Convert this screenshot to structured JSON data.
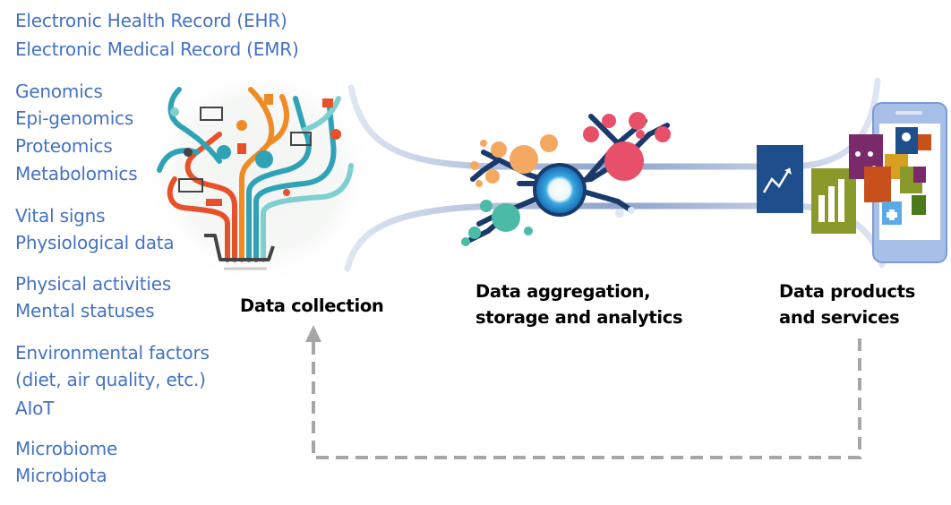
{
  "data_sources": {
    "groups": [
      {
        "items": [
          "Electronic Health Record (EHR)",
          "Electronic Medical Record (EMR)"
        ]
      },
      {
        "items": [
          "Genomics",
          "Epi-genomics",
          "Proteomics",
          "Metabolomics"
        ]
      },
      {
        "items": [
          "Vital signs",
          "Physiological data"
        ]
      },
      {
        "items": [
          "Physical activities",
          "Mental statuses"
        ]
      },
      {
        "items": [
          "Environmental factors",
          "(diet, air quality, etc.)",
          "AIoT"
        ]
      },
      {
        "items": [
          "Microbiome",
          "Microbiota"
        ]
      }
    ]
  },
  "stages": {
    "collection": {
      "lines": [
        "Data collection"
      ],
      "icon": "shopping-cart-data-tree-icon"
    },
    "aggregation": {
      "lines": [
        "Data aggregation,",
        "storage and analytics"
      ],
      "icon": "molecule-network-icon"
    },
    "products": {
      "lines": [
        "Data products",
        "and services"
      ],
      "icon": "smartphone-apps-icon"
    }
  },
  "feedback_loop": {
    "from": "Data products and services",
    "to": "Data collection",
    "style": "dashed-arrow"
  },
  "colors": {
    "source_text": "#4472c4",
    "stage_text": "#000000",
    "loop_line": "#a6a6a6",
    "flow_band": "#8fa3cc",
    "teal": "#2fa3b5",
    "orange": "#f08a24",
    "red_orange": "#e8502a",
    "light_teal": "#7fcfd0",
    "molecule_orange": "#f5a860",
    "molecule_red": "#e8506a",
    "molecule_teal": "#4bbaa6",
    "molecule_dark": "#1a3a6a",
    "molecule_core": "#3aa8e0",
    "tile_navy": "#1f4e8c",
    "tile_olive": "#8a9a2a",
    "tile_purple": "#7a2a6a",
    "tile_orange": "#c8501a",
    "tile_yellow": "#d8a020",
    "tile_lightblue": "#5aaae8",
    "phone_body": "#a8c0e8"
  }
}
